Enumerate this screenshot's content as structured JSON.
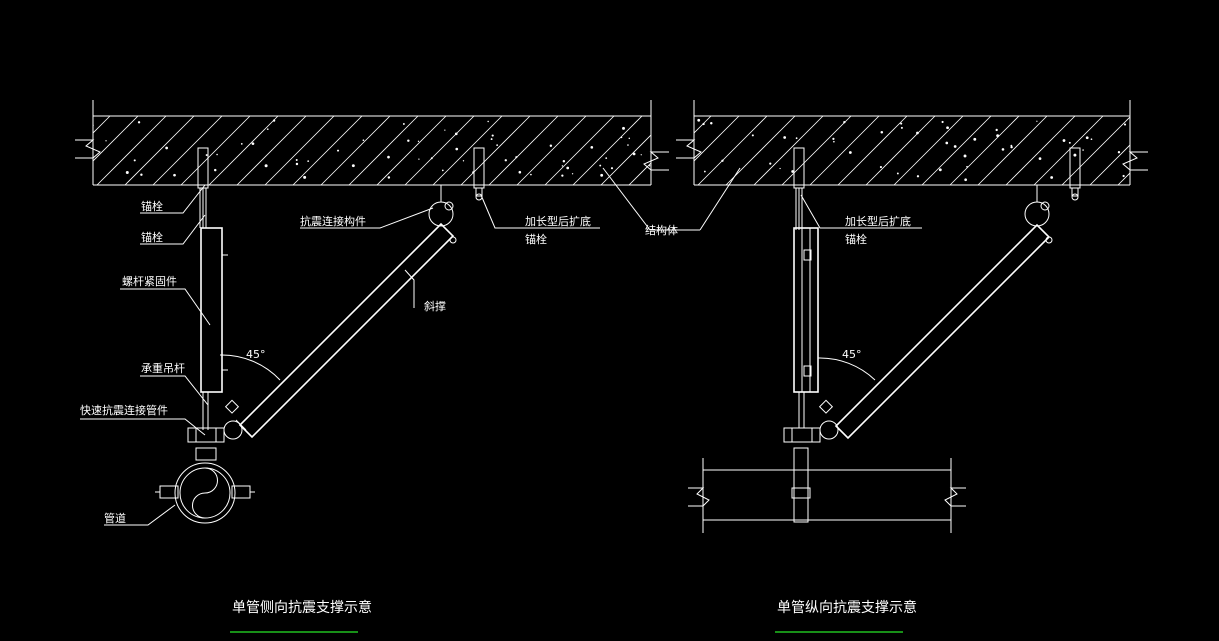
{
  "left_view": {
    "title": "单管侧向抗震支撑示意",
    "labels": {
      "anchor_bolt_1": "锚栓",
      "anchor_bolt_2": "锚栓",
      "screw_fastener": "螺杆紧固件",
      "hanger_rod": "承重吊杆",
      "quick_connector": "快速抗震连接管件",
      "pipe": "管道",
      "seismic_connector": "抗震连接构件",
      "brace": "斜撑",
      "expansion_anchor_line1": "加长型后扩底",
      "expansion_anchor_line2": "锚栓",
      "structure": "结构体",
      "angle": "45°"
    }
  },
  "right_view": {
    "title": "单管纵向抗震支撑示意",
    "labels": {
      "expansion_anchor_line1": "加长型后扩底",
      "expansion_anchor_line2": "锚栓",
      "angle": "45°"
    }
  },
  "colors": {
    "background": "#000000",
    "lines": "#ffffff",
    "title_underline": "#20c020"
  }
}
